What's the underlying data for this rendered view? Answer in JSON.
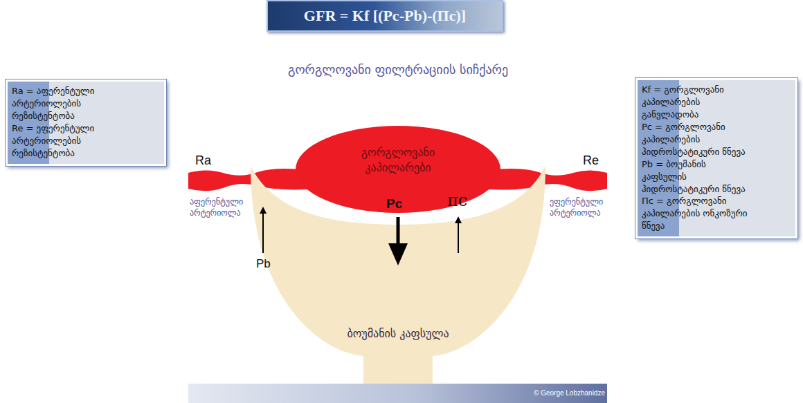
{
  "diagram": {
    "title": "გორგლოვანი ფილტრაციის სიჩქარე",
    "nodes": [
      {
        "text": [
          "GFR = Kf [(Pc-Pb)-(Πc)]"
        ]
      },
      {
        "text": [
          "Ra = აფერენტული არტერიოლების რეზისტენტობა",
          "Re = ეფერენტული არტერიოლების რეზისტენტობა"
        ]
      },
      {
        "text": [
          "Kf = გორგლოვანი კაპილარების განვლადობა",
          "Pc = გორგლოვანი კაპილარების ჰიდროსტატიკური წნევა",
          "Pb = ბოუმანის კაფსულის ჰიდროსტატიკური წნევა",
          "Πc = გორგლოვანი კაპილარების ონკოზური წნევა"
        ]
      },
      {
        "text": [
          "გორგლოვანი კაპილარები"
        ]
      },
      {
        "text": [
          "ბოუმანის კაფსულა"
        ]
      }
    ],
    "labels": [
      "Ra",
      "Re",
      "აფერენტული არტერიოლა",
      "ეფერენტული არტერიოლა",
      "Pc",
      "πc",
      "Pb",
      "© George Lobzhanidze"
    ]
  }
}
